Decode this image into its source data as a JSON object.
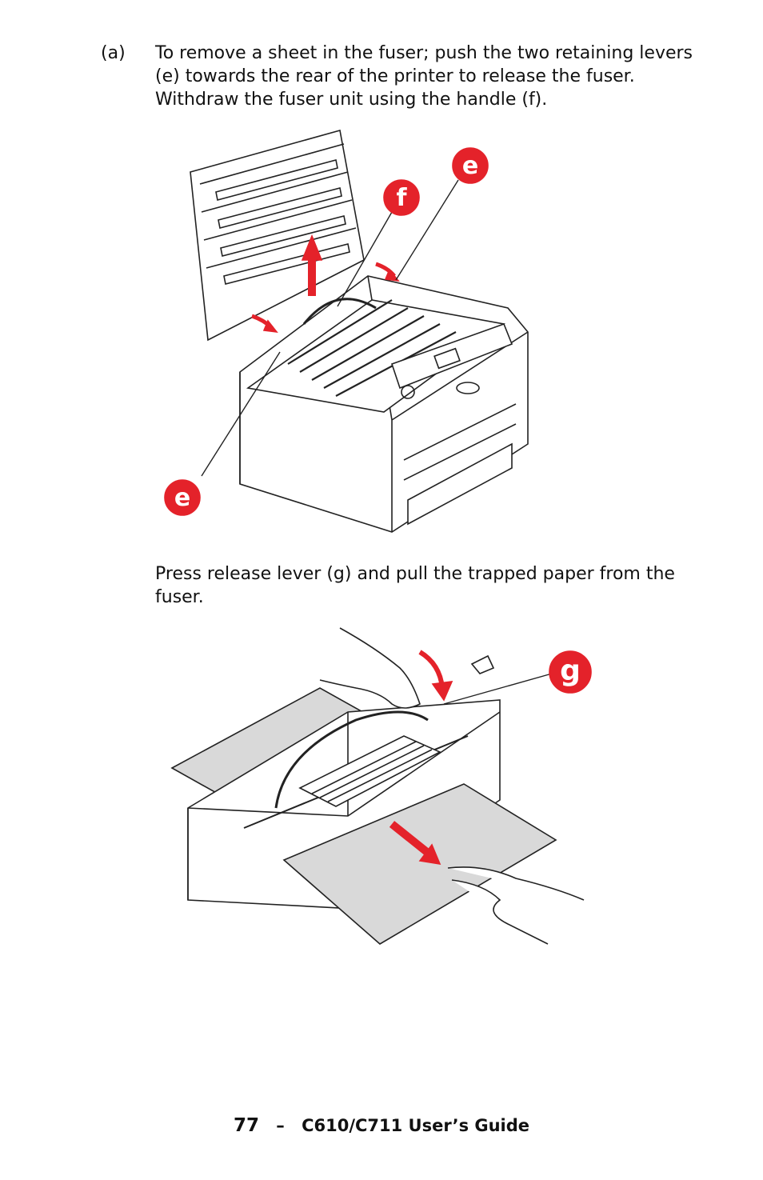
{
  "step": {
    "marker": "(a)",
    "text": "To remove a sheet in the fuser; push the two retaining levers (e) towards the rear of the printer to release the fuser. Withdraw the fuser unit using the handle (f)."
  },
  "instruction2": "Press release lever (g) and pull the trapped paper from the fuser.",
  "figure1": {
    "callouts": {
      "e_top": "e",
      "f": "f",
      "e_bottom": "e"
    }
  },
  "figure2": {
    "callouts": {
      "g": "g"
    }
  },
  "footer": {
    "page_number": "77",
    "separator": "–",
    "title": "C610/C711 User’s Guide"
  },
  "colors": {
    "accent_red": "#e4222a",
    "line": "#222222",
    "paper": "#d9d9d9"
  }
}
